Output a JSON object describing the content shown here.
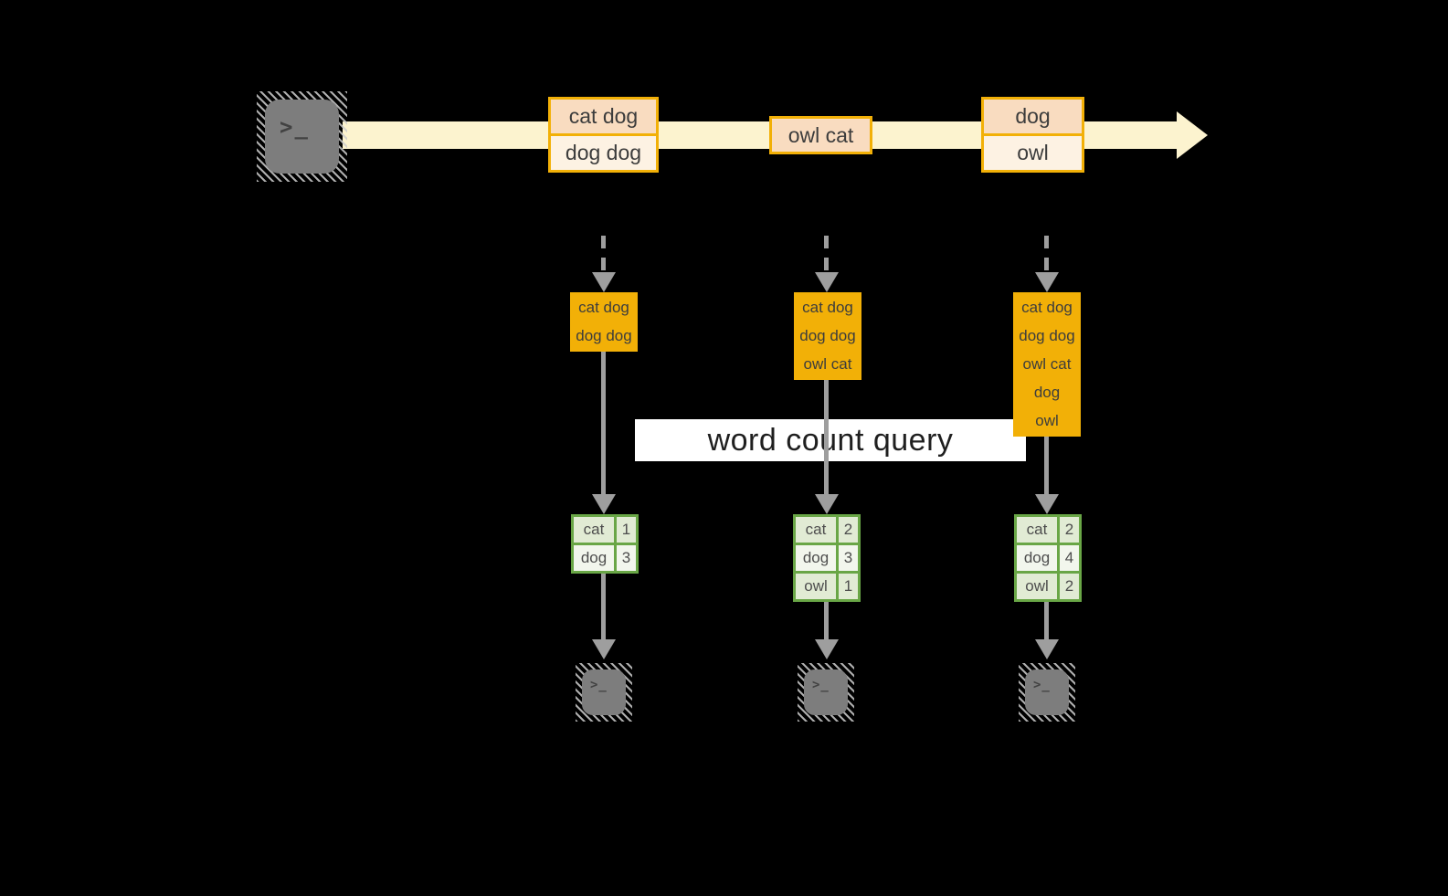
{
  "diagram": {
    "title_banner": "word count query",
    "description_colors": {
      "band_cream": "#fcf3cf",
      "amber_border": "#f2b007",
      "peach_row": "#f9dcc0",
      "cream_row": "#fdf2e3",
      "green_border": "#69a646",
      "green_row_dark": "#e1ebd4",
      "green_row_light": "#f2f6ed",
      "arrow_gray": "#9e9e9e",
      "terminal_gray": "#7d7d7d"
    }
  },
  "terminal": {
    "prompt": ">_"
  },
  "timeline": {
    "batches": [
      {
        "rows": [
          "cat dog",
          "dog dog"
        ]
      },
      {
        "rows": [
          "owl cat"
        ]
      },
      {
        "rows": [
          "dog",
          "owl"
        ]
      }
    ]
  },
  "query_banner": {
    "label": "word count query"
  },
  "columns": [
    {
      "stack": [
        "cat dog",
        "dog dog"
      ],
      "counts": [
        {
          "word": "cat",
          "count": "1"
        },
        {
          "word": "dog",
          "count": "3"
        }
      ]
    },
    {
      "stack": [
        "cat dog",
        "dog dog",
        "owl cat"
      ],
      "counts": [
        {
          "word": "cat",
          "count": "2"
        },
        {
          "word": "dog",
          "count": "3"
        },
        {
          "word": "owl",
          "count": "1"
        }
      ]
    },
    {
      "stack": [
        "cat dog",
        "dog dog",
        "owl cat",
        "dog",
        "owl"
      ],
      "counts": [
        {
          "word": "cat",
          "count": "2"
        },
        {
          "word": "dog",
          "count": "4"
        },
        {
          "word": "owl",
          "count": "2"
        }
      ]
    }
  ]
}
